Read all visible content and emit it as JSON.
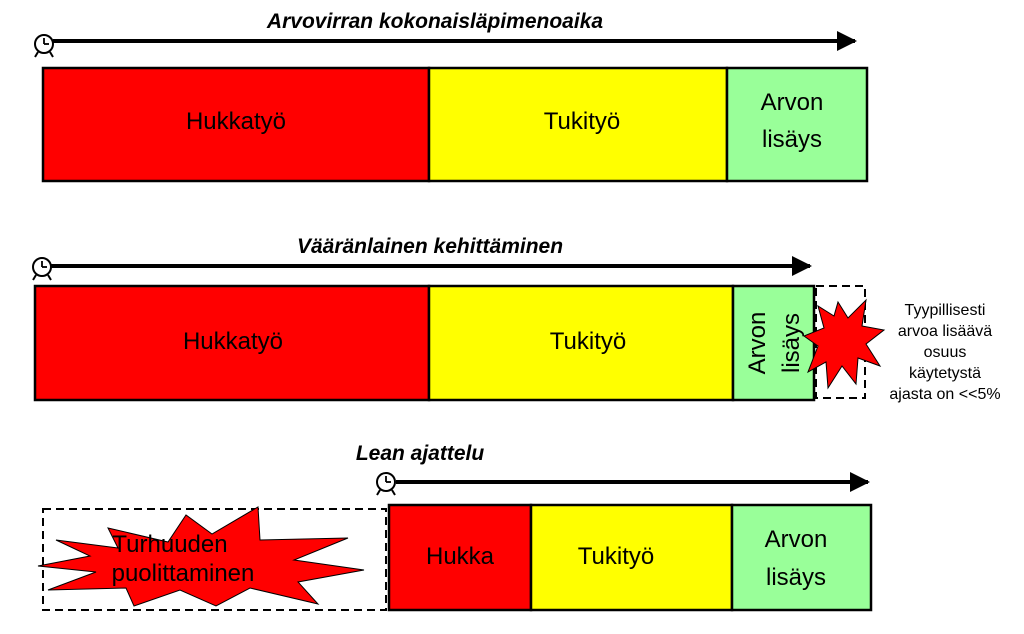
{
  "colors": {
    "waste": "#ff0000",
    "support": "#ffff00",
    "value": "#99ff99",
    "burst": "#ff0000"
  },
  "icons": [
    "clock-icon",
    "arrow-right-icon",
    "explosion-burst-icon"
  ],
  "rows": [
    {
      "title": "Arvovirran kokonaisläpimenoaika",
      "segments": [
        {
          "label": "Hukkatyö",
          "kind": "waste"
        },
        {
          "label": "Tukityö",
          "kind": "support"
        },
        {
          "label_lines": [
            "Arvon",
            "lisäys"
          ],
          "kind": "value"
        }
      ]
    },
    {
      "title": "Vääränlainen kehittäminen",
      "segments": [
        {
          "label": "Hukkatyö",
          "kind": "waste"
        },
        {
          "label": "Tukityö",
          "kind": "support"
        },
        {
          "label_lines": [
            "Arvon",
            "lisäys"
          ],
          "kind": "value",
          "rotated": true
        }
      ],
      "note_lines": [
        "Tyypillisesti",
        "arvoa lisäävä",
        "osuus",
        "käytetystä",
        "ajasta on <<5%"
      ]
    },
    {
      "title": "Lean ajattelu",
      "segments": [
        {
          "label": "Hukka",
          "kind": "waste"
        },
        {
          "label": "Tukityö",
          "kind": "support"
        },
        {
          "label_lines": [
            "Arvon",
            "lisäys"
          ],
          "kind": "value"
        }
      ],
      "removed_lines": [
        "Turhuuden",
        "puolittaminen"
      ]
    }
  ]
}
